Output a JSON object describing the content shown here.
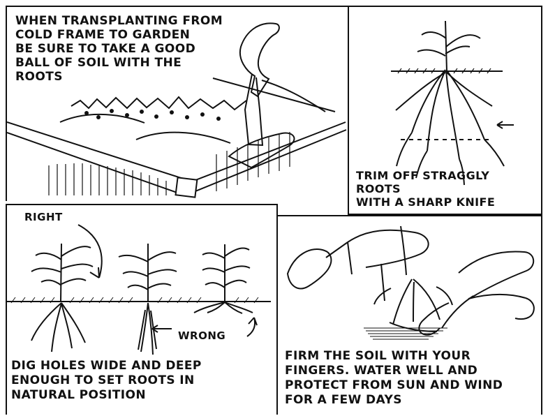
{
  "panels": {
    "transplanting": {
      "caption": "WHEN TRANSPLANTING FROM\nCOLD FRAME TO GARDEN\nBE SURE TO TAKE A GOOD\nBALL OF SOIL WITH THE\nROOTS"
    },
    "trim_roots": {
      "caption": "TRIM OFF STRAGGLY ROOTS\nWITH A SHARP KNIFE"
    },
    "dig_holes": {
      "label_right": "RIGHT",
      "label_wrong": "WRONG",
      "caption": "DIG HOLES WIDE AND DEEP\nENOUGH TO SET ROOTS IN\nNATURAL POSITION"
    },
    "firm_soil": {
      "caption": "FIRM THE SOIL WITH YOUR\nFINGERS. WATER WELL AND\nPROTECT FROM SUN AND WIND\nFOR A FEW DAYS"
    }
  },
  "colors": {
    "ink": "#111111",
    "paper": "#ffffff"
  },
  "icons": {
    "hand": "hand-icon",
    "trowel": "trowel-icon",
    "seedling": "seedling-icon",
    "arrow": "arrow-icon"
  }
}
